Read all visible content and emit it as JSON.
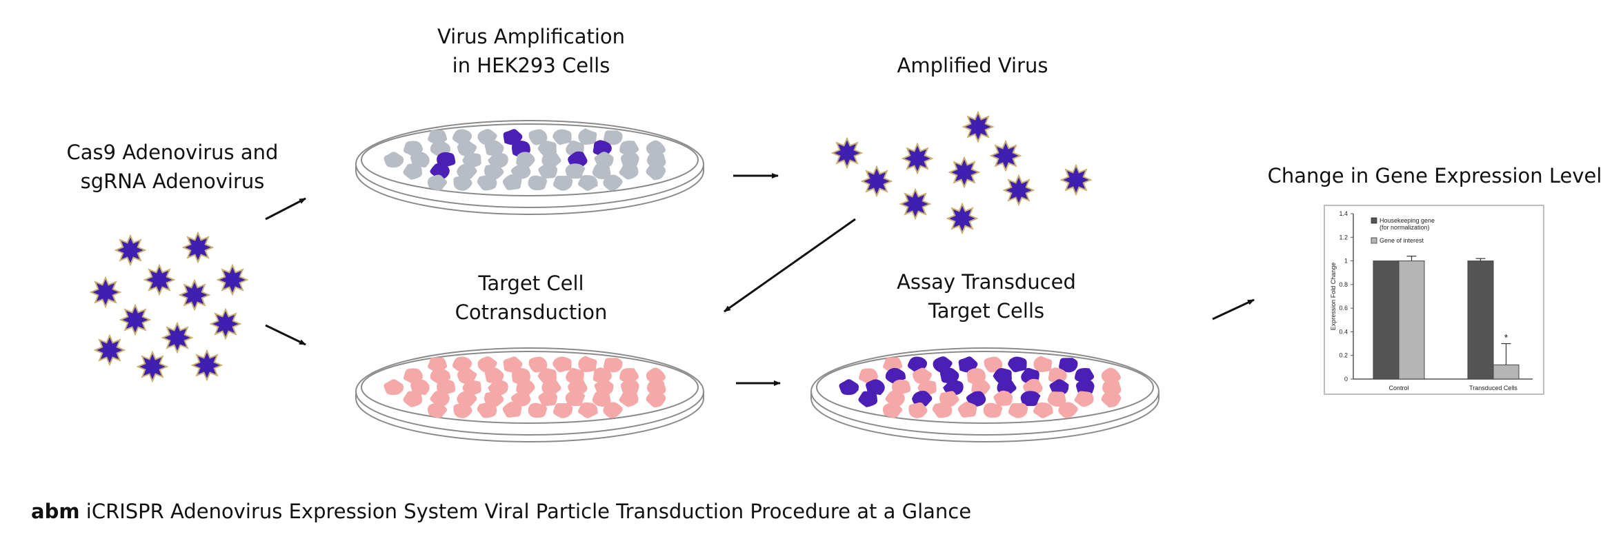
{
  "labels": {
    "cas9_line1": "Cas9 Adenovirus and",
    "cas9_line2": "sgRNA Adenovirus",
    "amp_line1": "Virus Amplification",
    "amp_line2": "in HEK293 Cells",
    "amplified": "Amplified Virus",
    "target_line1": "Target Cell",
    "target_line2": "Cotransduction",
    "assay_line1": "Assay Transduced",
    "assay_line2": "Target Cells",
    "change": "Change in Gene Expression Level"
  },
  "caption": {
    "brand": "abm",
    "text": " iCRISPR Adenovirus Expression System Viral Particle Transduction Procedure at a Glance"
  },
  "colors": {
    "virus": "#3f1fb0",
    "virus_edge": "#c8b070",
    "hek_cell": "#b8bcc4",
    "infected_cell": "#4b1fb5",
    "target_cell": "#f4a8a8",
    "dish_stroke": "#8a8a8a",
    "bar_housekeeping": "#555555",
    "bar_interest": "#b5b5b5"
  },
  "icons": [
    "virus-particle-icon",
    "cell-icon",
    "petri-dish-icon",
    "arrow-icon"
  ],
  "chart_data": {
    "type": "bar",
    "categories": [
      "Control",
      "Transduced Cells"
    ],
    "series": [
      {
        "name": "Housekeeping gene\n(for normalization)",
        "values": [
          1.0,
          1.0
        ],
        "errors": [
          0,
          0.02
        ]
      },
      {
        "name": "Gene of interest",
        "values": [
          1.0,
          0.12
        ],
        "errors": [
          0.04,
          0.18
        ]
      }
    ],
    "legend": [
      "Housekeeping gene",
      "(for normalization)",
      "Gene of interest"
    ],
    "ylabel": "Expression Fold Change",
    "yticks": [
      "0",
      "0.2",
      "0.4",
      "0.6",
      "0.8",
      "1",
      "1.2",
      "1.4"
    ],
    "ylim": [
      0,
      1.4
    ],
    "annotation": "*",
    "grid": false,
    "legend_position": "top-left"
  }
}
